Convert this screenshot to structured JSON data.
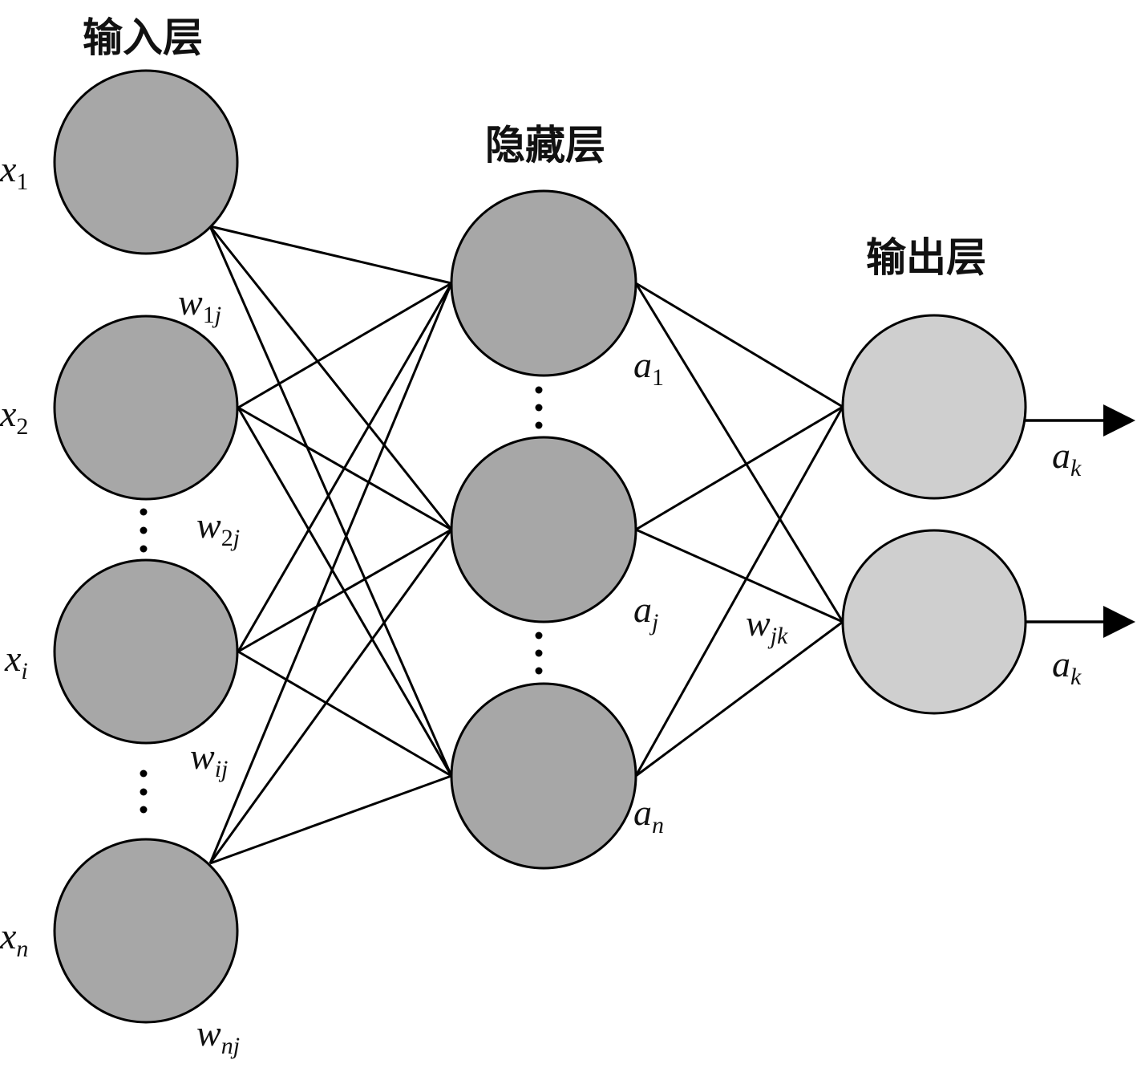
{
  "layer_titles": {
    "input": "输入层",
    "hidden": "隐藏层",
    "output": "输出层"
  },
  "input_labels": [
    {
      "base": "x",
      "sub": "1"
    },
    {
      "base": "x",
      "sub": "2"
    },
    {
      "base": "x",
      "sub": "i"
    },
    {
      "base": "x",
      "sub": "n"
    }
  ],
  "hidden_labels": [
    {
      "base": "a",
      "sub": "1"
    },
    {
      "base": "a",
      "sub": "j"
    },
    {
      "base": "a",
      "sub": "n"
    }
  ],
  "output_labels": [
    {
      "base": "a",
      "sub": "k"
    },
    {
      "base": "a",
      "sub": "k"
    }
  ],
  "weight_labels": {
    "w1j": {
      "base": "w",
      "sub_num": "1",
      "sub_var": "j"
    },
    "w2j": {
      "base": "w",
      "sub_num": "2",
      "sub_var": "j"
    },
    "wij": {
      "base": "w",
      "sub_var": "ij"
    },
    "wnj": {
      "base": "w",
      "sub_var": "nj"
    },
    "wjk": {
      "base": "w",
      "sub_var": "jk"
    }
  },
  "colors": {
    "node_fill": "#a7a7a7",
    "output_node_fill": "#cfcfcf",
    "stroke": "#000000"
  }
}
